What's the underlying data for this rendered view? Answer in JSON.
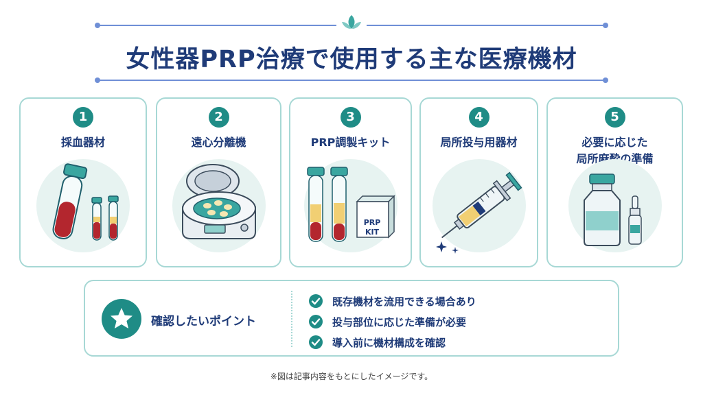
{
  "title": "女性器PRP治療で使用する主な医療機材",
  "cards": [
    {
      "number": "1",
      "label": "採血器材",
      "icon": "blood-tube-icon"
    },
    {
      "number": "2",
      "label": "遠心分離機",
      "icon": "centrifuge-icon"
    },
    {
      "number": "3",
      "label": "PRP調製キット",
      "icon": "prp-kit-icon",
      "box_text": [
        "PRP",
        "KIT"
      ]
    },
    {
      "number": "4",
      "label": "局所投与用器材",
      "icon": "syringe-icon"
    },
    {
      "number": "5",
      "label": "必要に応じた\n局所麻酔の準備",
      "icon": "vial-icon"
    }
  ],
  "panel": {
    "title": "確認したいポイント",
    "items": [
      "既存機材を流用できる場合あり",
      "投与部位に応じた準備が必要",
      "導入前に機材構成を確認"
    ]
  },
  "note": "※図は記事内容をもとにしたイメージです。",
  "colors": {
    "accent": "#1f8c86",
    "title": "#1f3b78",
    "border": "#a7d8d5",
    "disc": "#e7f3f1",
    "blood": "#b3262e",
    "plasma": "#f1cf73"
  }
}
